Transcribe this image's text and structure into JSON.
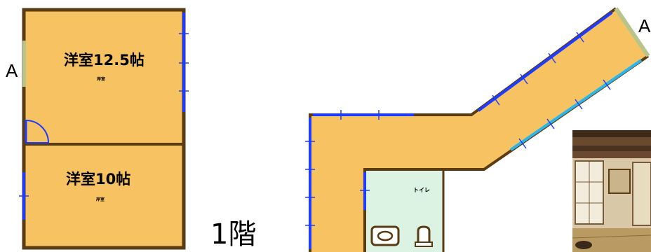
{
  "colors": {
    "floor": "#f6c262",
    "wall": "#5a3b12",
    "window": "#1e3cff",
    "window_light": "#2bb5e8",
    "toilet_floor": "#dcf3e4",
    "edge_marker": "#b8c489"
  },
  "left_plan": {
    "room_top_name": "洋室12.5帖",
    "room_top_sub": "岸室",
    "room_bottom_name": "洋室10帖",
    "room_bottom_sub": "岸室",
    "edge_label": "A"
  },
  "right_plan": {
    "edge_label": "A",
    "toilet_label": "トイレ"
  },
  "floor_label": "1階",
  "photo": {
    "description_icon": "interior-photo"
  }
}
